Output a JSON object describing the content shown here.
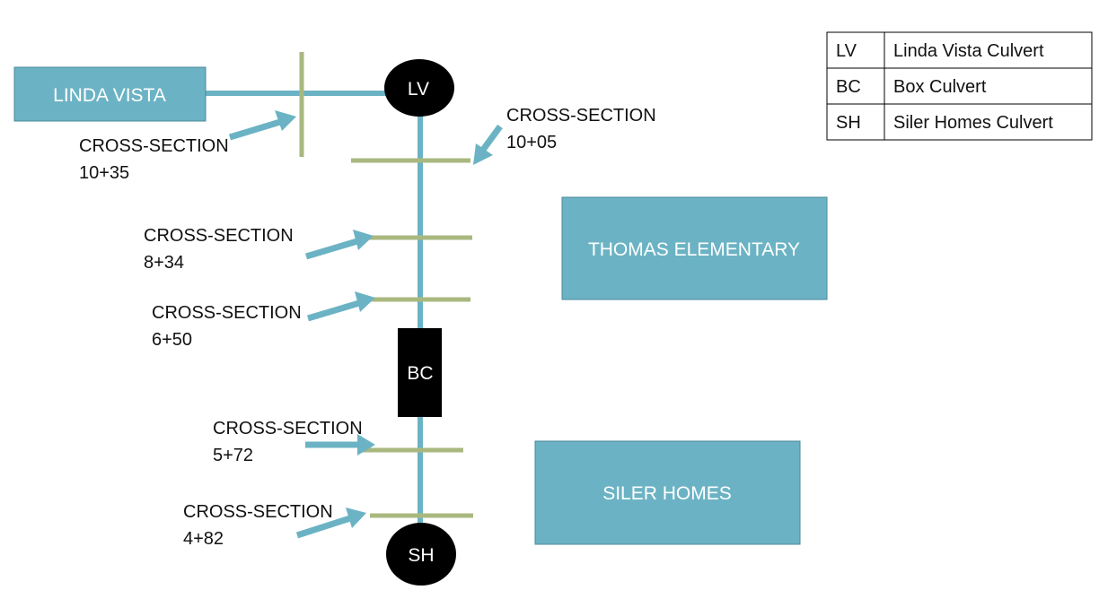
{
  "colors": {
    "channel": "#6bb3c4",
    "box_fill": "#6bb3c4",
    "box_border": "#4a8a9a",
    "section_line": "#a9b87f",
    "arrow": "#6bb3c4",
    "culvert": "#000000"
  },
  "locations": {
    "linda_vista": "LINDA VISTA",
    "thomas_elementary": "THOMAS ELEMENTARY",
    "siler_homes": "SILER HOMES"
  },
  "culverts": {
    "lv": "LV",
    "bc": "BC",
    "sh": "SH"
  },
  "cross_sections": [
    {
      "title": "CROSS-SECTION",
      "station": "10+35"
    },
    {
      "title": "CROSS-SECTION",
      "station": "10+05"
    },
    {
      "title": "CROSS-SECTION",
      "station": "8+34"
    },
    {
      "title": "CROSS-SECTION",
      "station": "6+50"
    },
    {
      "title": "CROSS-SECTION",
      "station": "5+72"
    },
    {
      "title": "CROSS-SECTION",
      "station": "4+82"
    }
  ],
  "legend": [
    {
      "abbr": "LV",
      "desc": "Linda Vista Culvert"
    },
    {
      "abbr": "BC",
      "desc": "Box Culvert"
    },
    {
      "abbr": "SH",
      "desc": "Siler Homes Culvert"
    }
  ]
}
